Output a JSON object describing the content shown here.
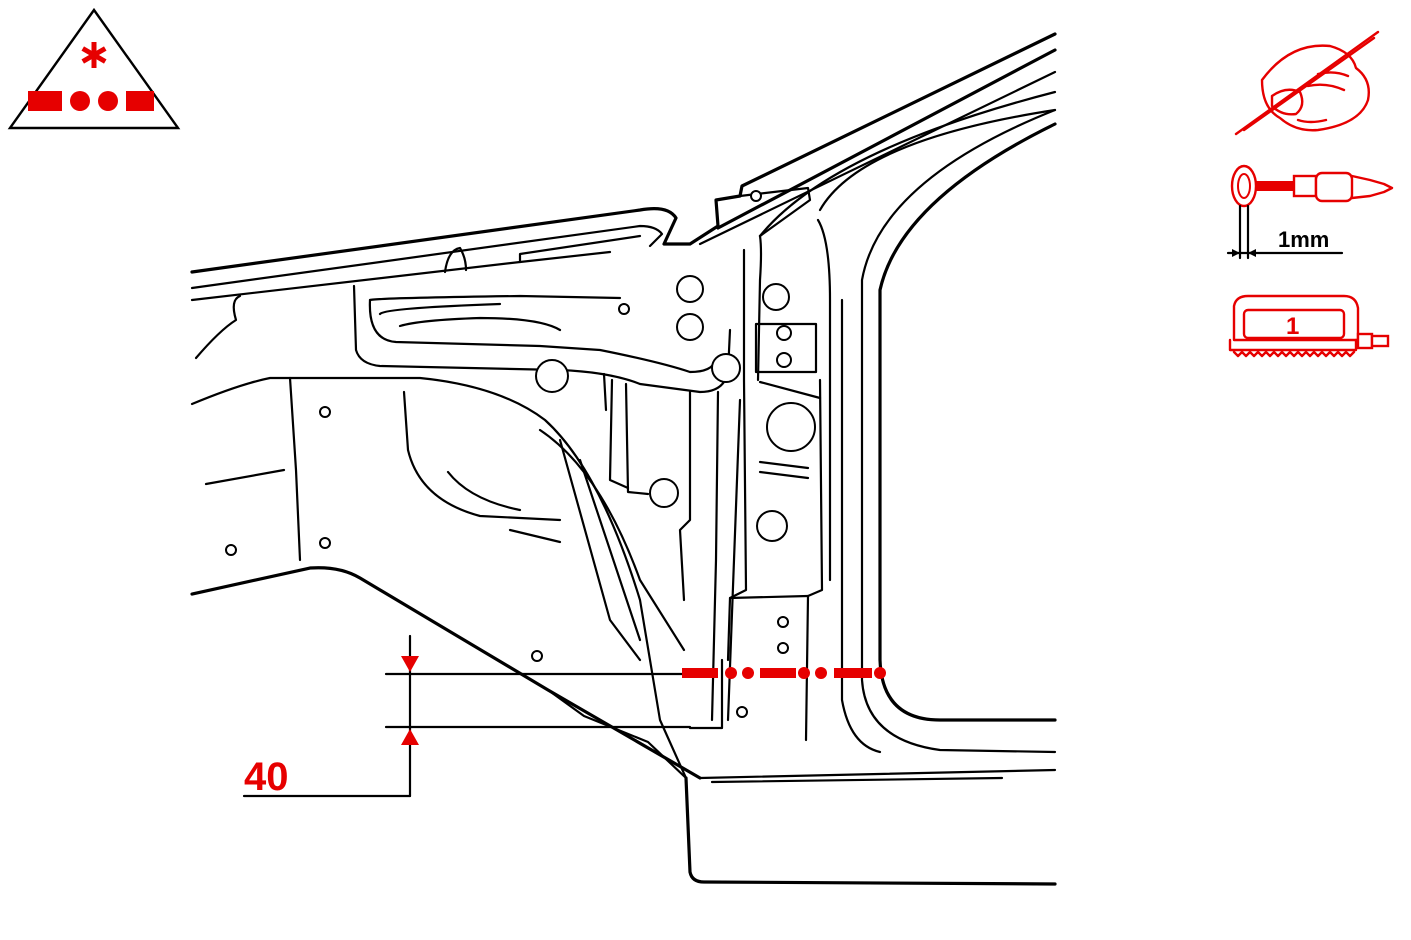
{
  "dimension": {
    "value": "40"
  },
  "tools": {
    "gap_label": "1mm",
    "weld_count": "1"
  },
  "colors": {
    "accent": "#e60000",
    "line": "#000000"
  },
  "icons": [
    "cut-symbol-triangle-icon",
    "hand-saw-icon",
    "grinder-icon",
    "mig-welder-icon"
  ]
}
